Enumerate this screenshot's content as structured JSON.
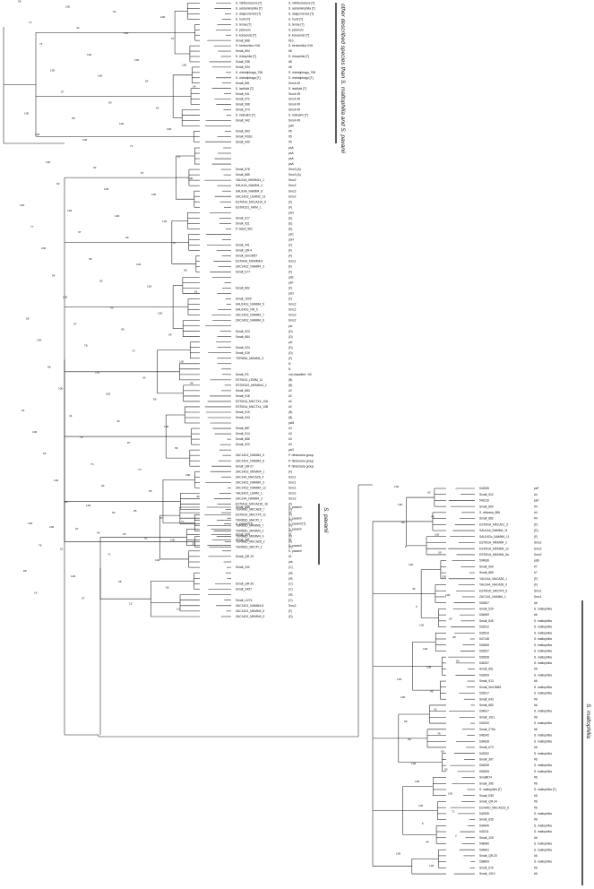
{
  "left_tree": {
    "top_labels": [
      [
        "S. nitritireducens [T]",
        "S. nitritireducens [T]"
      ],
      [
        "S. acidaminiphila [T]",
        "S. acidaminiphila [T]"
      ],
      [
        "S. daejeonensis [T]",
        "S. daejeonensis [T]"
      ],
      [
        "S. humi [T]",
        "S. humi [T]"
      ],
      [
        "S. terrae [T]",
        "S. terrae [T]"
      ],
      [
        "S. pictorum",
        "S. pictorum"
      ],
      [
        "S. koreensis [T]",
        "S. koreensis [T]"
      ],
      [
        "Smalt_888",
        "#10"
      ],
      [
        "S. bentonitica VV6",
        "S. bentonitica VV6"
      ],
      [
        "Smalt_894",
        "#8"
      ],
      [
        "S. rhizophila [T]",
        "S. rhizophila [T]"
      ],
      [
        "Smalt_938",
        "#8"
      ],
      [
        "Smalt_934",
        "#8"
      ],
      [
        "S. chelatiphaga_798",
        "S. chelatiphaga_798"
      ],
      [
        "S. chelatiphaga [T]",
        "S. chelatiphaga [T]"
      ],
      [
        "Smalt_891",
        "Smc4 #9"
      ],
      [
        "S. lactitubi [T]",
        "S. lactitubi [T]"
      ],
      [
        "Smalt_941",
        "Smc4 #9"
      ],
      [
        "Smalt_972",
        "Smc4 #9"
      ],
      [
        "Smalt_968",
        "Smc4 #9"
      ],
      [
        "Smalt_974",
        "Smc4 #9"
      ],
      [
        "S. indicatrix [T]",
        "S. indicatrix [T]"
      ],
      [
        "Smalt_942",
        "Smc4 #9"
      ],
      [
        "",
        "psR"
      ],
      [
        "Smalt_893",
        "#5"
      ],
      [
        "Smalt_RSS1",
        "#5"
      ],
      [
        "Smalt_940",
        "#5"
      ]
    ],
    "mid_labels": [
      [
        "",
        "psA"
      ],
      [
        "",
        "psA"
      ],
      [
        "",
        "psA"
      ],
      [
        "",
        "psA"
      ],
      [
        "Smalt_678",
        "Smc3 (A)"
      ],
      [
        "Smalt_685",
        "Smc3 (A)"
      ],
      [
        "YAU14A_MKMM14_1",
        "Smc2"
      ],
      [
        "SAU14A_NAMM4_4",
        "Smc2"
      ],
      [
        "SAU14A_NAMM4_8",
        "Smc2"
      ],
      [
        "ZAC14D2_LEMM2_13",
        "Smc2"
      ],
      [
        "ESTM1A_MKCAZ16_6",
        "(F)"
      ],
      [
        "ESTM1D1_MKM_1",
        "(F)"
      ],
      [
        "",
        "psG"
      ],
      [
        "Smalt_917",
        "(E)"
      ],
      [
        "Smalt_921",
        "(E)"
      ],
      [
        "P. beteli_962",
        "(E)"
      ],
      [
        "",
        "psC"
      ],
      [
        "",
        "psH"
      ],
      [
        "Smalt_441",
        "(F)"
      ],
      [
        "Smalt_QR-4",
        "(F)"
      ],
      [
        "Smalt_SmGM57",
        "(F)"
      ],
      [
        "ESTM4A_MKMM4-8",
        "Smc1"
      ],
      [
        "ZAC14D2_NAMM4_3",
        "(F)"
      ],
      [
        "Smalt_E77",
        "(F)"
      ],
      [
        "",
        "psE"
      ],
      [
        "",
        "psF"
      ],
      [
        "Smalt_892",
        "(F)"
      ],
      [
        "",
        "psD"
      ],
      [
        "Smalt_1009",
        "(F)"
      ],
      [
        "SAU14Dc_NAMM4_5",
        "Smc2"
      ],
      [
        "SAU14Dc_NR_5",
        "Smc2"
      ],
      [
        "ZAC14D2_NAMM4_7",
        "Smc2"
      ],
      [
        "ZAC14D2_NAMM4_6",
        "Smc2"
      ],
      [
        "",
        "psI"
      ],
      [
        "Smalt_923",
        "(D)"
      ],
      [
        "Smalt_684",
        "(D)"
      ],
      [
        "",
        "psI"
      ],
      [
        "Smalt_924",
        "(D)"
      ],
      [
        "Smalt_916",
        "(D)"
      ],
      [
        "TERM3A_MKMM4_3",
        "(F)"
      ],
      [
        "",
        "N"
      ],
      [
        "",
        "N"
      ],
      [
        "Smalt_R3",
        "not classified ~#3"
      ],
      [
        "ESTM1D_LEMM_12",
        "(B)"
      ],
      [
        "ESTM1D2_MKMM14_1",
        "(B)"
      ],
      [
        "Smalt_683",
        "#2"
      ],
      [
        "Smalt_918",
        "#2"
      ],
      [
        "ESTM1A_MKCTX4_10A",
        "#2"
      ],
      [
        "ESTM1A_MKCTX4_10B",
        "#2"
      ],
      [
        "Smalt_919",
        "(B)"
      ],
      [
        "Smalt_944",
        "(B)"
      ],
      [
        "",
        "psM"
      ],
      [
        "Smalt_887",
        "#3"
      ],
      [
        "Smalt_914",
        "#3"
      ],
      [
        "Smalt_686",
        "#3"
      ],
      [
        "Smalt_920",
        "#3"
      ],
      [
        "",
        "psG"
      ],
      [
        "ZAC14D1_NAMM4_5",
        "P. hibiscicola group"
      ],
      [
        "ZAC14D1_NAMM4_8",
        "P. hibiscicola group"
      ],
      [
        "Smalt_QR-27",
        "P. hibiscicola group"
      ],
      [
        "ZAC14D2_MKMM4_1",
        "(F)"
      ],
      [
        "ZAC14A_MACAZ8_4",
        "Smc1"
      ],
      [
        "ZAC14D1_NAMM4_3",
        "Smc1"
      ],
      [
        "ZAC14D2_NAMM4_12",
        "Smc1"
      ],
      [
        "YAU14D1_LEMM_1",
        "Smc2"
      ],
      [
        "ZAC14A_NAMM4_3",
        "Smc2"
      ],
      [
        "ESTM1A_MKCAZ16_16",
        "(F)"
      ],
      [
        "TERM3D_MKCAZ8_7",
        "(F)"
      ],
      [
        "ESTM1D_MKCTX4_11",
        "(F)"
      ],
      [
        "TERM3D_MACPI_1",
        "(F)"
      ],
      [
        "TERM3D_MKMM6_7",
        "(F)"
      ],
      [
        "TERM3D_MKMM4_2",
        "(F)"
      ],
      [
        "TERM3D_MKMM4_3",
        "(F)"
      ],
      [
        "TERM3D_MKCAZ8_2",
        "(F)"
      ],
      [
        "TERM3D_MKCPI_2",
        "(F)"
      ]
    ],
    "low_labels": [
      [
        "Smalt_885",
        "S. pavanii"
      ],
      [
        "",
        "#1"
      ],
      [
        "",
        "S. pavanii"
      ],
      [
        "S. pavanii [T]",
        "S. pavanii [T]"
      ],
      [
        "",
        "S. pavanii"
      ],
      [
        "Smalt_904",
        "#1"
      ],
      [
        "Smalt_381",
        "#1"
      ],
      [
        "",
        "S. pavanii"
      ],
      [
        "",
        "S. pavanii"
      ],
      [
        "Smalt_QR-19",
        "#1"
      ],
      [
        "",
        "psL"
      ],
      [
        "Smalt_242",
        "(C)"
      ],
      [
        "",
        "psL"
      ],
      [
        "",
        "psL"
      ],
      [
        "Smalt_QR-39",
        "(C)"
      ],
      [
        "Smalt_D457",
        "(C)"
      ],
      [
        "",
        "psL"
      ],
      [
        "Smalt_UV74",
        "(C)"
      ],
      [
        "ZAC14D1_NAMM4-8",
        "Smc2"
      ],
      [
        "ZAC14D1_MKMM4_9",
        "(F)"
      ],
      [
        "ZAC14D1_MKMM4_9",
        "(D)"
      ]
    ],
    "bootstrap": [
      "95",
      "100",
      "62",
      "100",
      "71",
      "44",
      "100",
      "97",
      "71",
      "100",
      "100",
      "100",
      "100",
      "100",
      "54",
      "24",
      "67",
      "99",
      "92",
      "100",
      "95",
      "100",
      "100",
      "100",
      "100",
      "71",
      "97",
      "100",
      "94",
      "67",
      "100",
      "99",
      "100",
      "100",
      "100",
      "100",
      "100",
      "100",
      "77",
      "97",
      "99",
      "67",
      "100",
      "38",
      "100",
      "58",
      "94",
      "93",
      "100",
      "81",
      "100",
      "49",
      "100",
      "95",
      "97",
      "99",
      "99",
      "100",
      "78",
      "73",
      "100",
      "98",
      "100",
      "30",
      "98",
      "100",
      "100",
      "99",
      "91",
      "44",
      "45",
      "100",
      "100",
      "76",
      "87",
      "56",
      "60",
      "73",
      "73",
      "100",
      "100",
      "92",
      "65",
      "46",
      "69",
      "53",
      "87",
      "100",
      "97",
      "93",
      "100",
      "78",
      "100",
      "85",
      "77",
      "100",
      "94",
      "91",
      "33",
      "51",
      "71",
      "100",
      "86",
      "100",
      "58",
      "66",
      "14",
      "97",
      "12",
      "10"
    ],
    "clade_label_other": "other described species than S. maltophilia and S. pavanii",
    "clade_label_pavanii": "S. pavanii"
  },
  "right_tree": {
    "labels": [
      [
        "542535",
        "psF"
      ],
      [
        "Smalt_922",
        "#4"
      ],
      [
        "543216",
        "psF"
      ],
      [
        "Smalt_890",
        "#4"
      ],
      [
        "S. africana_896",
        "#4"
      ],
      [
        "Smalt_682",
        "#4"
      ],
      [
        "ESTM1A_MKCAZ1_5",
        "(F)"
      ],
      [
        "SAU14A_NAMM4_11",
        "(D)"
      ],
      [
        "SAU14Dc_NAMM4_11",
        "(F)"
      ],
      [
        "ESTM1A_MKMM4_2",
        "Smc2"
      ],
      [
        "ESTM1A_MKMM4_12",
        "Smc2"
      ],
      [
        "ESTM1A_MKMM4_5a",
        "Smc2"
      ],
      [
        "534836",
        "psB"
      ],
      [
        "Smalt_909",
        "#7"
      ],
      [
        "Smalt_889",
        "#7"
      ],
      [
        "YAU14A_NACAZ8_1",
        "(F)"
      ],
      [
        "YAU14A_NACAZ8_6",
        "(F)"
      ],
      [
        "ESTM1D_MKCIP4_8",
        "Smc1"
      ],
      [
        "ZAC14A_NAMM4_1",
        "Smc1"
      ],
      [
        "533507",
        "#6"
      ],
      [
        "Smalt_529",
        "S. maltophilia"
      ],
      [
        "534809",
        "#6"
      ],
      [
        "Smalt_645",
        "S. maltophilia"
      ],
      [
        "533512",
        "S. maltophilia"
      ],
      [
        "533510",
        "S. maltophilia"
      ],
      [
        "547148",
        "S. maltophilia"
      ],
      [
        "534808",
        "S. maltophilia"
      ],
      [
        "533527",
        "S. maltophilia"
      ],
      [
        "533528",
        "S. maltophilia"
      ],
      [
        "546337",
        "S. maltophilia"
      ],
      [
        "Smalt_651",
        "#6"
      ],
      [
        "533609",
        "S. maltophilia"
      ],
      [
        "Smalt_913",
        "#6"
      ],
      [
        "Smalt_SmGM65",
        "S. maltophilia"
      ],
      [
        "533517",
        "S. maltophilia"
      ],
      [
        "Smalt_643",
        "#6"
      ],
      [
        "Smalt_680",
        "#6"
      ],
      [
        "534817",
        "S. maltophilia"
      ],
      [
        "Smalt_1011",
        "#6"
      ],
      [
        "543220",
        "S. maltophilia"
      ],
      [
        "Smalt_279a",
        "#6"
      ],
      [
        "546342",
        "S. maltophilia"
      ],
      [
        "534828",
        "S. maltophilia"
      ],
      [
        "Smalt_673",
        "#6"
      ],
      [
        "542532",
        "S. maltophilia"
      ],
      [
        "Smalt_397",
        "#6"
      ],
      [
        "534835",
        "S. maltophilia"
      ],
      [
        "533525",
        "S. maltophilia"
      ],
      [
        "Smalt674",
        "#6"
      ],
      [
        "Smalt_396",
        "#6"
      ],
      [
        "S. maltophilia [T]",
        "S. maltophilia [T]"
      ],
      [
        "Smalt_E50",
        "#6"
      ],
      [
        "Smalt_QR-34",
        "#6"
      ],
      [
        "ESTMID_MKCAZ16_6",
        "#6"
      ],
      [
        "542539",
        "S. maltophilia"
      ],
      [
        "Smalt_635",
        "#6"
      ],
      [
        "534840",
        "S. maltophilia"
      ],
      [
        "543211",
        "S. maltophilia"
      ],
      [
        "Smalt_325",
        "#6"
      ],
      [
        "548950",
        "S. maltophilia"
      ],
      [
        "534801",
        "S. maltophilia"
      ],
      [
        "Smalt_QR-20",
        "#6"
      ],
      [
        "538805",
        "S. maltophilia"
      ],
      [
        "Smalt_676",
        "#6"
      ],
      [
        "Smalt_1010",
        "#6"
      ]
    ],
    "bootstrap": [
      "100",
      "42",
      "100",
      "49",
      "89",
      "100",
      "8",
      "39",
      "100",
      "100",
      "36",
      "100",
      "5",
      "24",
      "100",
      "98",
      "100",
      "50",
      "100",
      "100",
      "43",
      "100",
      "42",
      "99",
      "78",
      "98",
      "69",
      "100",
      "53",
      "100",
      "100",
      "100",
      "71",
      "5",
      "2",
      "44",
      "100",
      "100"
    ],
    "clade_label_maltophilia": "S. maltophilia"
  }
}
